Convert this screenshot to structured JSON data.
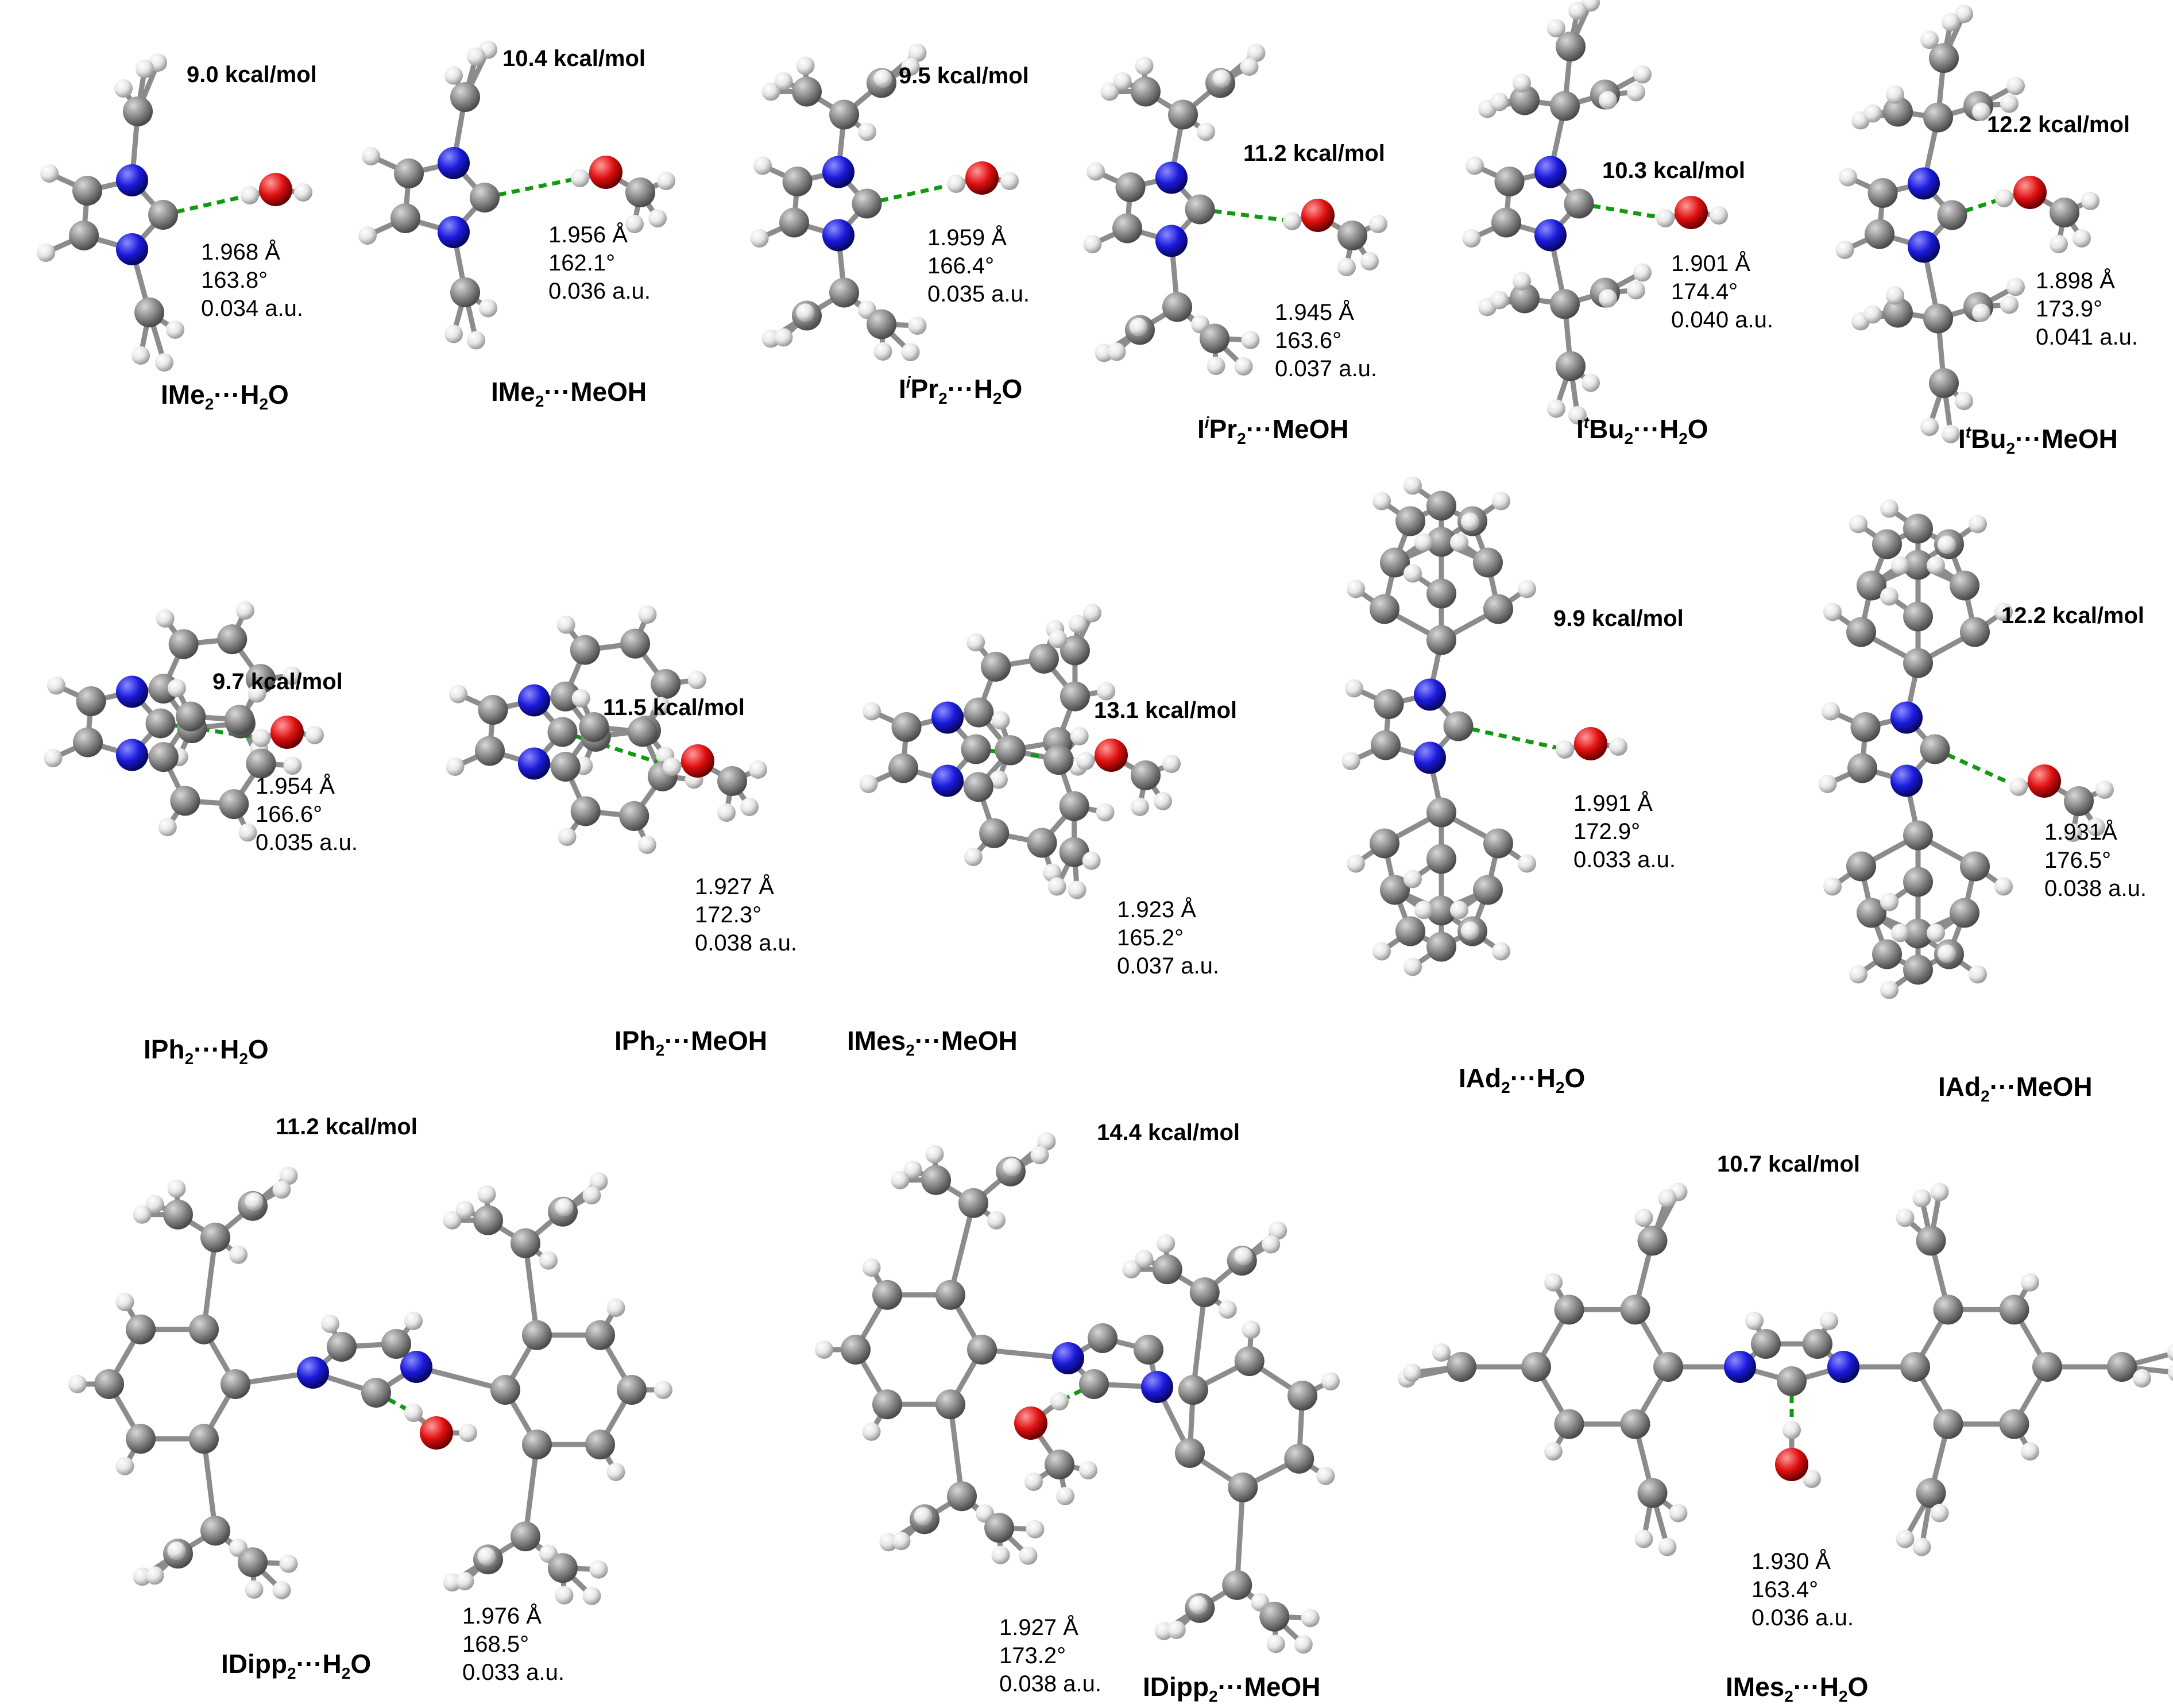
{
  "panels": [
    {
      "id": "ime2-h2o",
      "energy": "9.0 kcal/mol",
      "distance": "1.968 Å",
      "angle": "163.8°",
      "density": "0.034 a.u.",
      "label": {
        "pre": "IMe",
        "sub1": "2",
        "mid": "···H",
        "sub2": "2",
        "post": "O",
        "sup": ""
      }
    },
    {
      "id": "ime2-meoh",
      "energy": "10.4 kcal/mol",
      "distance": "1.956 Å",
      "angle": "162.1°",
      "density": "0.036 a.u.",
      "label": {
        "pre": "IMe",
        "sub1": "2",
        "mid": "···MeOH",
        "sub2": "",
        "post": "",
        "sup": ""
      }
    },
    {
      "id": "ipr2-h2o",
      "energy": "9.5 kcal/mol",
      "distance": "1.959 Å",
      "angle": "166.4°",
      "density": "0.035 a.u.",
      "label": {
        "pre": "I",
        "sup": "i",
        "prefix2": "Pr",
        "sub1": "2",
        "mid": "···H",
        "sub2": "2",
        "post": "O"
      }
    },
    {
      "id": "ipr2-meoh",
      "energy": "11.2 kcal/mol",
      "distance": "1.945 Å",
      "angle": "163.6°",
      "density": "0.037 a.u.",
      "label": {
        "pre": "I",
        "sup": "i",
        "prefix2": "Pr",
        "sub1": "2",
        "mid": "···MeOH",
        "sub2": "",
        "post": ""
      }
    },
    {
      "id": "itbu2-h2o",
      "energy": "10.3 kcal/mol",
      "distance": "1.901 Å",
      "angle": "174.4°",
      "density": "0.040 a.u.",
      "label": {
        "pre": "I",
        "sup": "t",
        "prefix2": "Bu",
        "sub1": "2",
        "mid": "···H",
        "sub2": "2",
        "post": "O"
      }
    },
    {
      "id": "itbu2-meoh",
      "energy": "12.2 kcal/mol",
      "distance": "1.898 Å",
      "angle": "173.9°",
      "density": "0.041 a.u.",
      "label": {
        "pre": "I",
        "sup": "t",
        "prefix2": "Bu",
        "sub1": "2",
        "mid": "···MeOH",
        "sub2": "",
        "post": ""
      }
    },
    {
      "id": "iph2-h2o",
      "energy": "9.7 kcal/mol",
      "distance": "1.954 Å",
      "angle": "166.6°",
      "density": "0.035 a.u.",
      "label": {
        "pre": "IPh",
        "sub1": "2",
        "mid": "···H",
        "sub2": "2",
        "post": "O",
        "sup": ""
      }
    },
    {
      "id": "iph2-meoh",
      "energy": "11.5 kcal/mol",
      "distance": "1.927 Å",
      "angle": "172.3°",
      "density": "0.038 a.u.",
      "label": {
        "pre": "IPh",
        "sub1": "2",
        "mid": "···MeOH",
        "sub2": "",
        "post": "",
        "sup": ""
      }
    },
    {
      "id": "imes2-meoh",
      "energy": "13.1 kcal/mol",
      "distance": "1.923 Å",
      "angle": "165.2°",
      "density": "0.037 a.u.",
      "label": {
        "pre": "IMes",
        "sub1": "2",
        "mid": "···MeOH",
        "sub2": "",
        "post": "",
        "sup": ""
      }
    },
    {
      "id": "iad2-h2o",
      "energy": "9.9 kcal/mol",
      "distance": "1.991 Å",
      "angle": "172.9°",
      "density": "0.033 a.u.",
      "label": {
        "pre": "IAd",
        "sub1": "2",
        "mid": "···H",
        "sub2": "2",
        "post": "O",
        "sup": ""
      }
    },
    {
      "id": "iad2-meoh",
      "energy": "12.2 kcal/mol",
      "distance": "1.931Å",
      "angle": "176.5°",
      "density": "0.038 a.u.",
      "label": {
        "pre": "IAd",
        "sub1": "2",
        "mid": "···MeOH",
        "sub2": "",
        "post": "",
        "sup": ""
      }
    },
    {
      "id": "idipp2-h2o",
      "energy": "11.2 kcal/mol",
      "distance": "1.976 Å",
      "angle": "168.5°",
      "density": "0.033 a.u.",
      "label": {
        "pre": "IDipp",
        "sub1": "2",
        "mid": "···H",
        "sub2": "2",
        "post": "O",
        "sup": ""
      }
    },
    {
      "id": "idipp2-meoh",
      "energy": "14.4 kcal/mol",
      "distance": "1.927 Å",
      "angle": "173.2°",
      "density": "0.038 a.u.",
      "label": {
        "pre": "IDipp",
        "sub1": "2",
        "mid": "···MeOH",
        "sub2": "",
        "post": "",
        "sup": ""
      }
    },
    {
      "id": "imes2-h2o",
      "energy": "10.7 kcal/mol",
      "distance": "1.930 Å",
      "angle": "163.4°",
      "density": "0.036 a.u.",
      "label": {
        "pre": "IMes",
        "sub1": "2",
        "mid": "···H",
        "sub2": "2",
        "post": "O",
        "sup": ""
      }
    }
  ],
  "colors": {
    "carbon": "#8a8a8a",
    "nitrogen": "#1a1adc",
    "oxygen": "#e01010",
    "hydrogen": "#e6e6e6",
    "hydrogen_bond": "#119a11",
    "bond": "#8c8c8c"
  }
}
